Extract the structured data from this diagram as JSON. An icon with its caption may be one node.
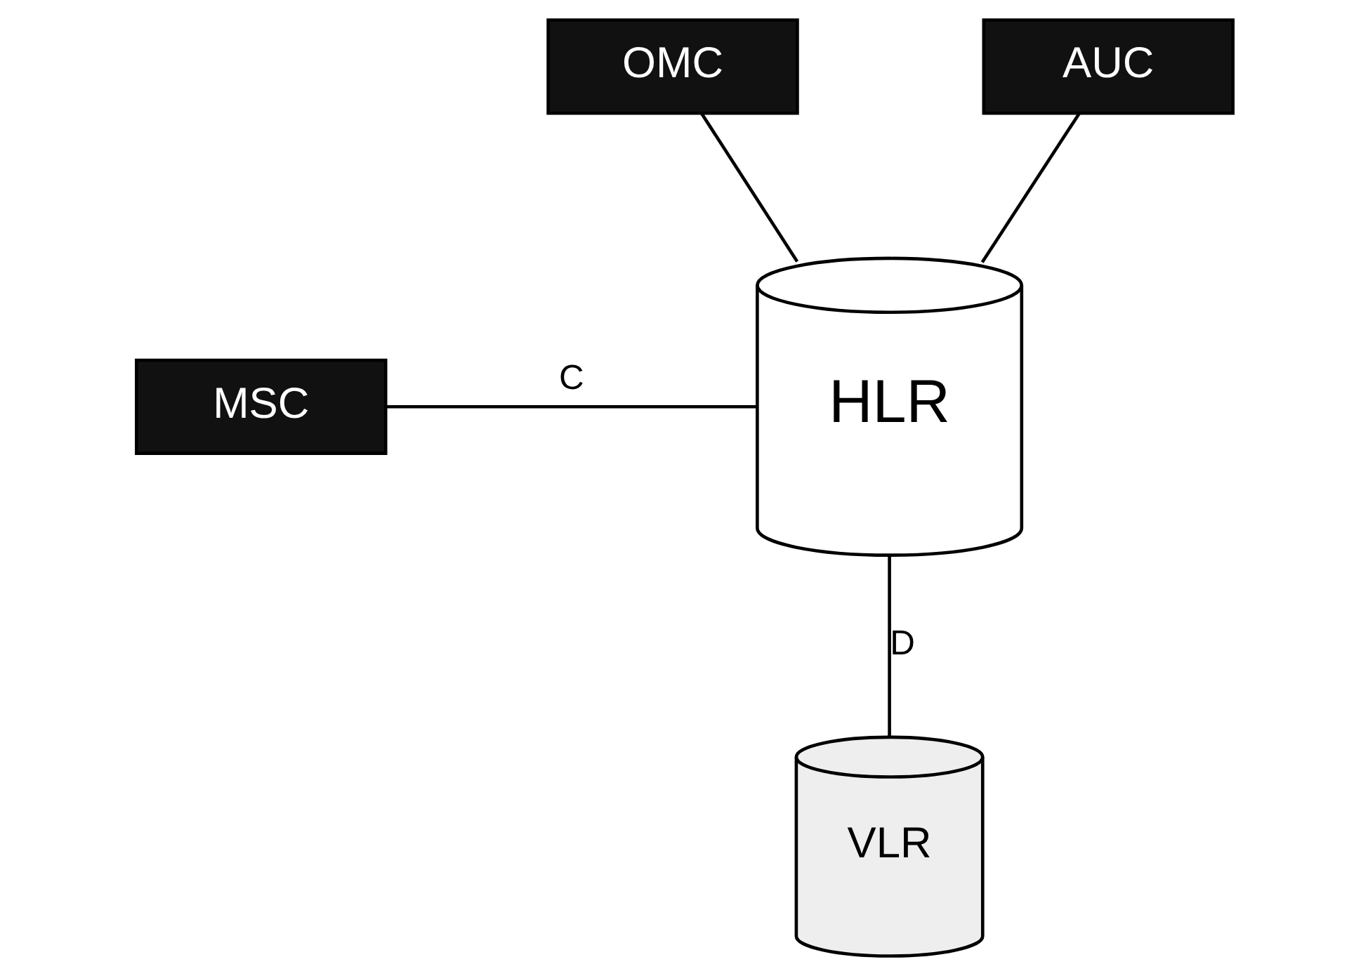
{
  "diagram": {
    "nodes": [
      {
        "text": [
          "OMC"
        ]
      },
      {
        "text": [
          "AUC"
        ]
      },
      {
        "text": [
          "MSC"
        ]
      },
      {
        "text": [
          "HLR"
        ]
      },
      {
        "text": [
          "VLR"
        ]
      }
    ],
    "edges": [
      {
        "from": 0,
        "to": 3,
        "arrow": "none"
      },
      {
        "from": 1,
        "to": 3,
        "arrow": "none"
      },
      {
        "from": 2,
        "to": 3,
        "arrow": "none",
        "label": "C"
      },
      {
        "from": 3,
        "to": 4,
        "arrow": "none",
        "label": "D"
      }
    ]
  }
}
